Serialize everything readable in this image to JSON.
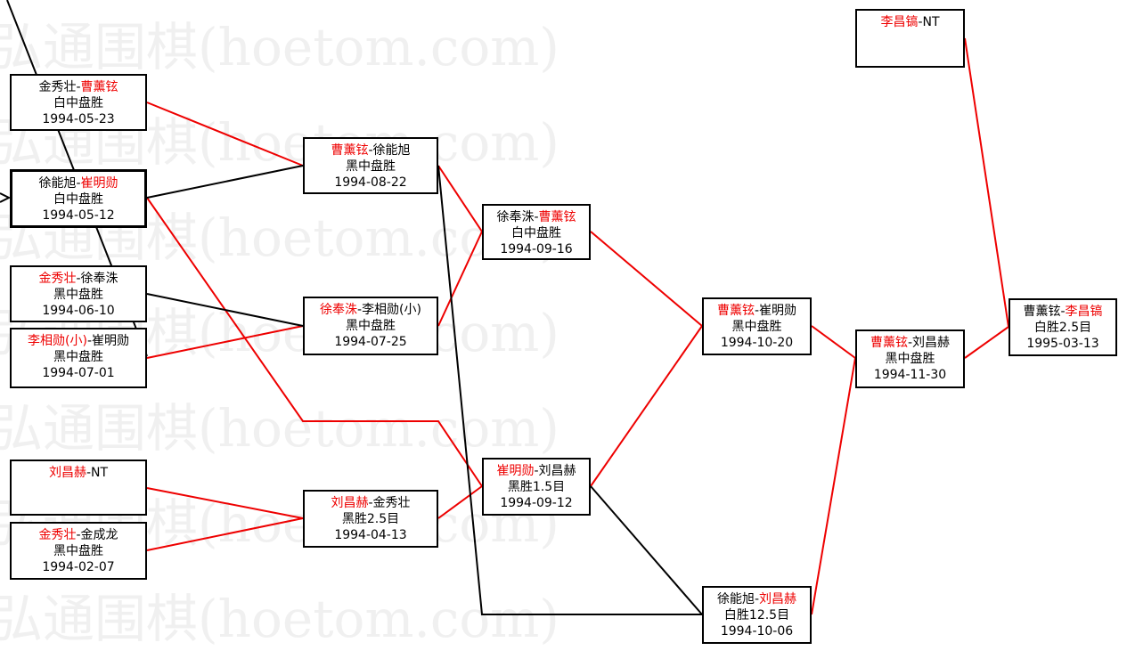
{
  "watermark": "弘通围棋(hoetom.com)",
  "colors": {
    "winner": "#e00000",
    "line_win": "#e00000",
    "line_loss": "#000000"
  },
  "games": [
    {
      "id": "a1",
      "p1": "金秀壮",
      "p2": "曹薰铉",
      "winner": 2,
      "result": "白中盘胜",
      "date": "1994-05-23"
    },
    {
      "id": "a2",
      "p1": "徐能旭",
      "p2": "崔明勋",
      "winner": 2,
      "result": "白中盘胜",
      "date": "1994-05-12"
    },
    {
      "id": "a3",
      "p1": "金秀壮",
      "p2": "徐奉洙",
      "winner": 1,
      "result": "黑中盘胜",
      "date": "1994-06-10"
    },
    {
      "id": "a4",
      "p1": "李相勋(小)",
      "p2": "崔明勋",
      "winner": 1,
      "result": "黑中盘胜",
      "date": "1994-07-01"
    },
    {
      "id": "a5",
      "p1": "刘昌赫",
      "p2": "NT",
      "winner": 1,
      "result": "",
      "date": ""
    },
    {
      "id": "a6",
      "p1": "金秀壮",
      "p2": "金成龙",
      "winner": 1,
      "result": "黑中盘胜",
      "date": "1994-02-07"
    },
    {
      "id": "b1",
      "p1": "曹薰铉",
      "p2": "徐能旭",
      "winner": 1,
      "result": "黑中盘胜",
      "date": "1994-08-22"
    },
    {
      "id": "b2",
      "p1": "徐奉洙",
      "p2": "李相勋(小)",
      "winner": 1,
      "result": "黑中盘胜",
      "date": "1994-07-25"
    },
    {
      "id": "b3",
      "p1": "刘昌赫",
      "p2": "金秀壮",
      "winner": 1,
      "result": "黑胜2.5目",
      "date": "1994-04-13"
    },
    {
      "id": "c1",
      "p1": "徐奉洙",
      "p2": "曹薰铉",
      "winner": 2,
      "result": "白中盘胜",
      "date": "1994-09-16"
    },
    {
      "id": "c2",
      "p1": "崔明勋",
      "p2": "刘昌赫",
      "winner": 1,
      "result": "黑胜1.5目",
      "date": "1994-09-12"
    },
    {
      "id": "d1",
      "p1": "曹薰铉",
      "p2": "崔明勋",
      "winner": 1,
      "result": "黑中盘胜",
      "date": "1994-10-20"
    },
    {
      "id": "d2",
      "p1": "徐能旭",
      "p2": "刘昌赫",
      "winner": 2,
      "result": "白胜12.5目",
      "date": "1994-10-06"
    },
    {
      "id": "e1",
      "p1": "曹薰铉",
      "p2": "刘昌赫",
      "winner": 1,
      "result": "黑中盘胜",
      "date": "1994-11-30"
    },
    {
      "id": "f1",
      "p1": "李昌镐",
      "p2": "NT",
      "winner": 1,
      "result": "",
      "date": ""
    },
    {
      "id": "g1",
      "p1": "曹薰铉",
      "p2": "李昌镐",
      "winner": 2,
      "result": "白胜2.5目",
      "date": "1995-03-13"
    }
  ]
}
